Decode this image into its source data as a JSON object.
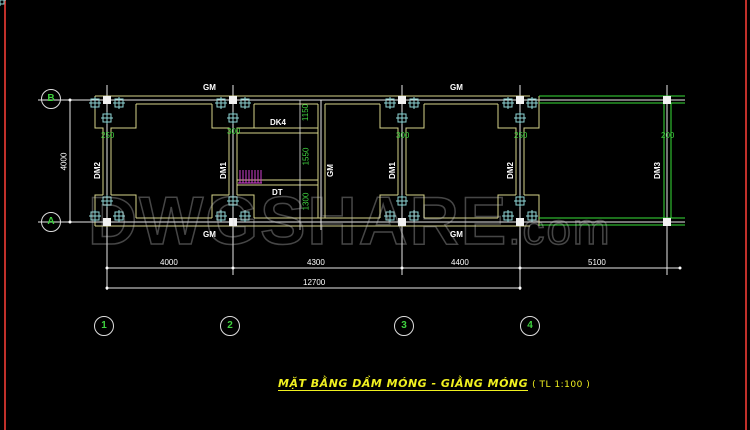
{
  "drawing": {
    "title": "MẶT BẰNG DẦM MÓNG - GIẰNG MÓNG",
    "scale": "( TL 1:100 )",
    "watermark_main": "DWGSHARE",
    "watermark_suffix": ".com",
    "background": "#000000",
    "frame_color": "#c0302a"
  },
  "grid_axes": {
    "rows": [
      {
        "id": "B"
      },
      {
        "id": "A"
      }
    ],
    "columns": [
      {
        "id": "1"
      },
      {
        "id": "2"
      },
      {
        "id": "3"
      },
      {
        "id": "4"
      }
    ]
  },
  "beams": {
    "gm_top_left": "GM",
    "gm_top_right": "GM",
    "gm_bottom_left": "GM",
    "gm_bottom_right": "GM",
    "gm_vertical": "GM",
    "dm2_left": "DM2",
    "dm1_col2": "DM1",
    "dm1_col3": "DM1",
    "dm2_col4": "DM2",
    "dm3": "DM3",
    "dk4": "DK4",
    "dt": "DT"
  },
  "column_dims": {
    "c1": "250",
    "c2": "300",
    "c3": "300",
    "c4": "250",
    "c5": "200"
  },
  "dimensions": {
    "vertical_total": "4000",
    "stair_dims": [
      "1150",
      "1550",
      "1300"
    ],
    "spans": [
      "4000",
      "4300",
      "4400",
      "5100"
    ],
    "overall": "12700"
  },
  "colors": {
    "beam_outline": "#d6d48a",
    "grid_line": "#e8e8e8",
    "dm3_green": "#38e038",
    "footing": "#8fd6d6",
    "stair_hatch": "#d040d0",
    "dim_text": "#3fd23f",
    "title": "#f0f020"
  }
}
